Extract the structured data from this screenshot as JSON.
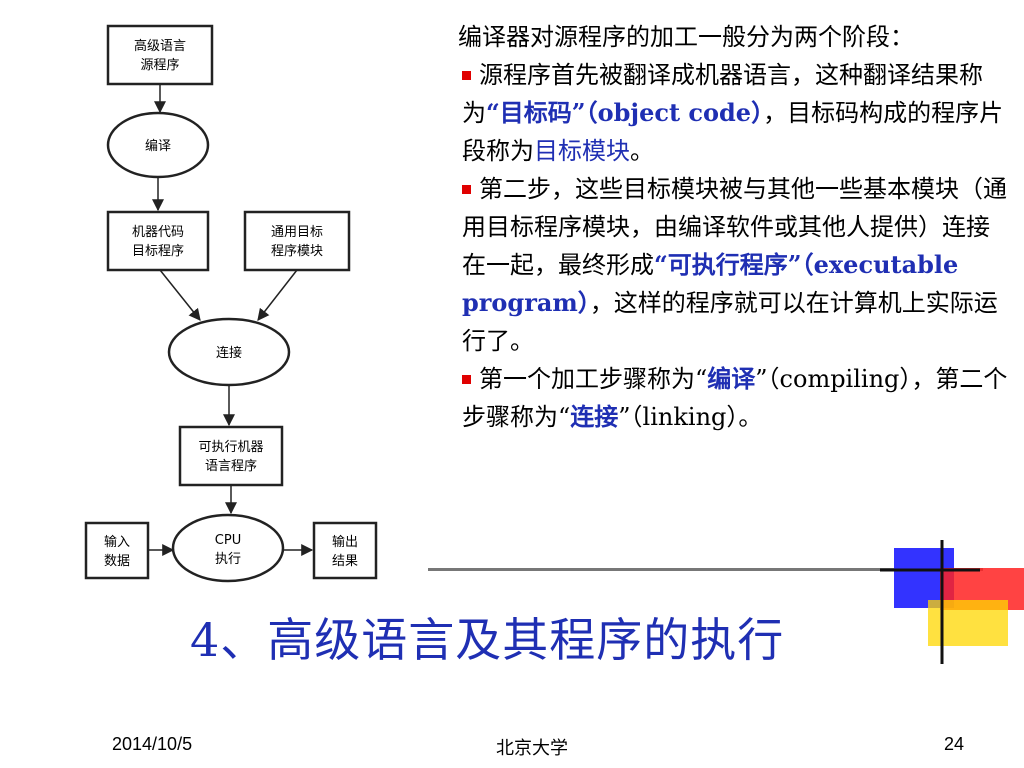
{
  "flowchart": {
    "source_program": [
      "高级语言",
      "源程序"
    ],
    "compile": "编译",
    "object_program": [
      "机器代码",
      "目标程序"
    ],
    "library_module": [
      "通用目标",
      "程序模块"
    ],
    "link": "连接",
    "executable": [
      "可执行机器",
      "语言程序"
    ],
    "input_data": [
      "输入",
      "数据"
    ],
    "cpu": [
      "CPU",
      "执行"
    ],
    "output_result": [
      "输出",
      "结果"
    ]
  },
  "content": {
    "intro": "编译器对源程序的加工一般分为两个阶段：",
    "b1_text1": "源程序首先被翻译成机器语言，这种翻译结果称为",
    "b1_term1": "“目标码”（object code）",
    "b1_text2": "，目标码构成的程序片段称为",
    "b1_term2": "目标模块",
    "b1_text3": "。",
    "b2_text1": "第二步，这些目标模块被与其他一些基本模块（通用目标程序模块，由编译软件或其他人提供）连接在一起，最终形成",
    "b2_term1": "“可执行程序”（executable program）",
    "b2_text2": "，这样的程序就可以在计算机上实际运行了。",
    "b3_text1": "第一个加工步骤称为“",
    "b3_term1": "编译",
    "b3_text2": "”（compiling），第二个步骤称为“",
    "b3_term2": "连接",
    "b3_text3": "”（linking）。"
  },
  "title": "4、高级语言及其程序的执行",
  "footer": {
    "date": "2014/10/5",
    "org": "北京大学",
    "page": "24"
  },
  "colors": {
    "accent_blue": "#1f2fb3",
    "bullet_red": "#e00000",
    "deco_blue": "#3333ff",
    "deco_yellow": "#ffd700",
    "deco_red": "#ff2222"
  }
}
